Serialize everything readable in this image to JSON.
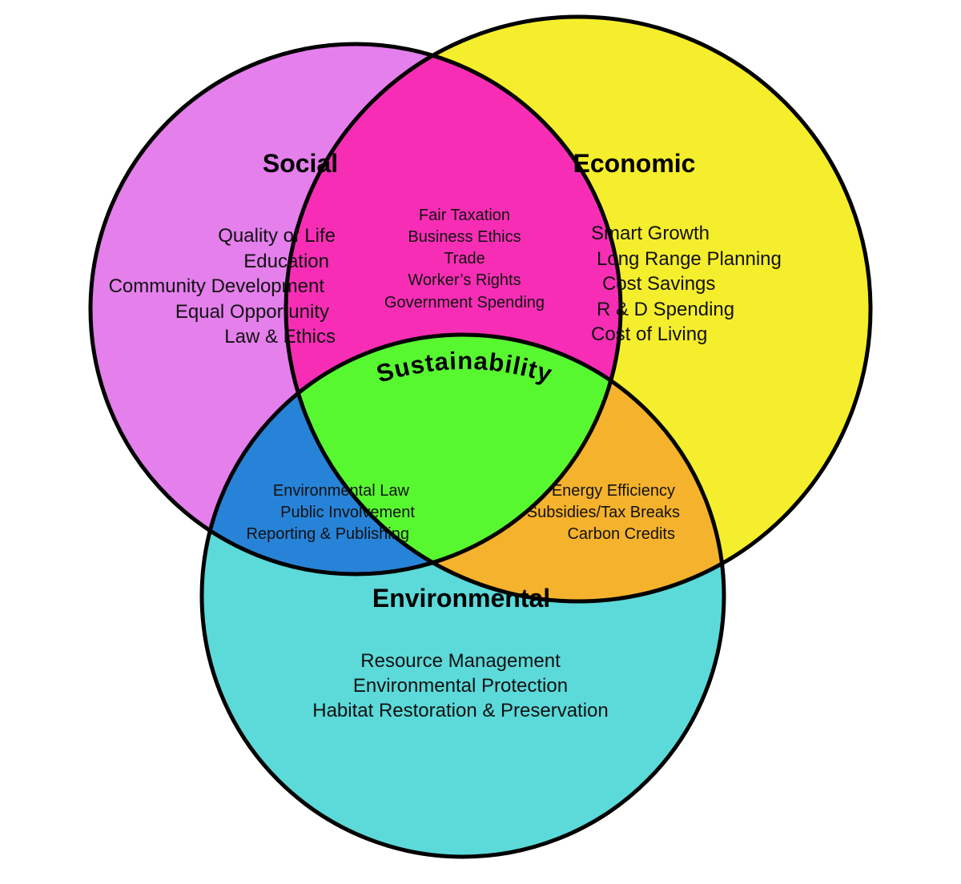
{
  "colors": {
    "social": "#e47fec",
    "economic": "#f5ee2c",
    "environmental": "#5cd9d9",
    "social_economic": "#f72eb5",
    "social_environmental": "#2783d7",
    "economic_environmental": "#f5b22c",
    "center": "#58f831",
    "outline": "#000000"
  },
  "social": {
    "title": "Social",
    "items": [
      "Quality of Life",
      "Education",
      "Community Development",
      "Equal Opportunity",
      "Law & Ethics"
    ]
  },
  "economic": {
    "title": "Economic",
    "items": [
      "Smart Growth",
      "Long Range Planning",
      "Cost Savings",
      "R & D Spending",
      "Cost of Living"
    ]
  },
  "environmental": {
    "title": "Environmental",
    "items": [
      "Resource Management",
      "Environmental Protection",
      "Habitat Restoration & Preservation"
    ]
  },
  "social_economic": {
    "items": [
      "Fair Taxation",
      "Business Ethics",
      "Trade",
      "Worker’s Rights",
      "Government Spending"
    ]
  },
  "social_environmental": {
    "items": [
      "Environmental Law",
      "Public Involvement",
      "Reporting & Publishing"
    ]
  },
  "economic_environmental": {
    "items": [
      "Energy Efficiency",
      "Subsidies/Tax Breaks",
      "Carbon Credits"
    ]
  },
  "center": {
    "label": "Sustainability"
  }
}
